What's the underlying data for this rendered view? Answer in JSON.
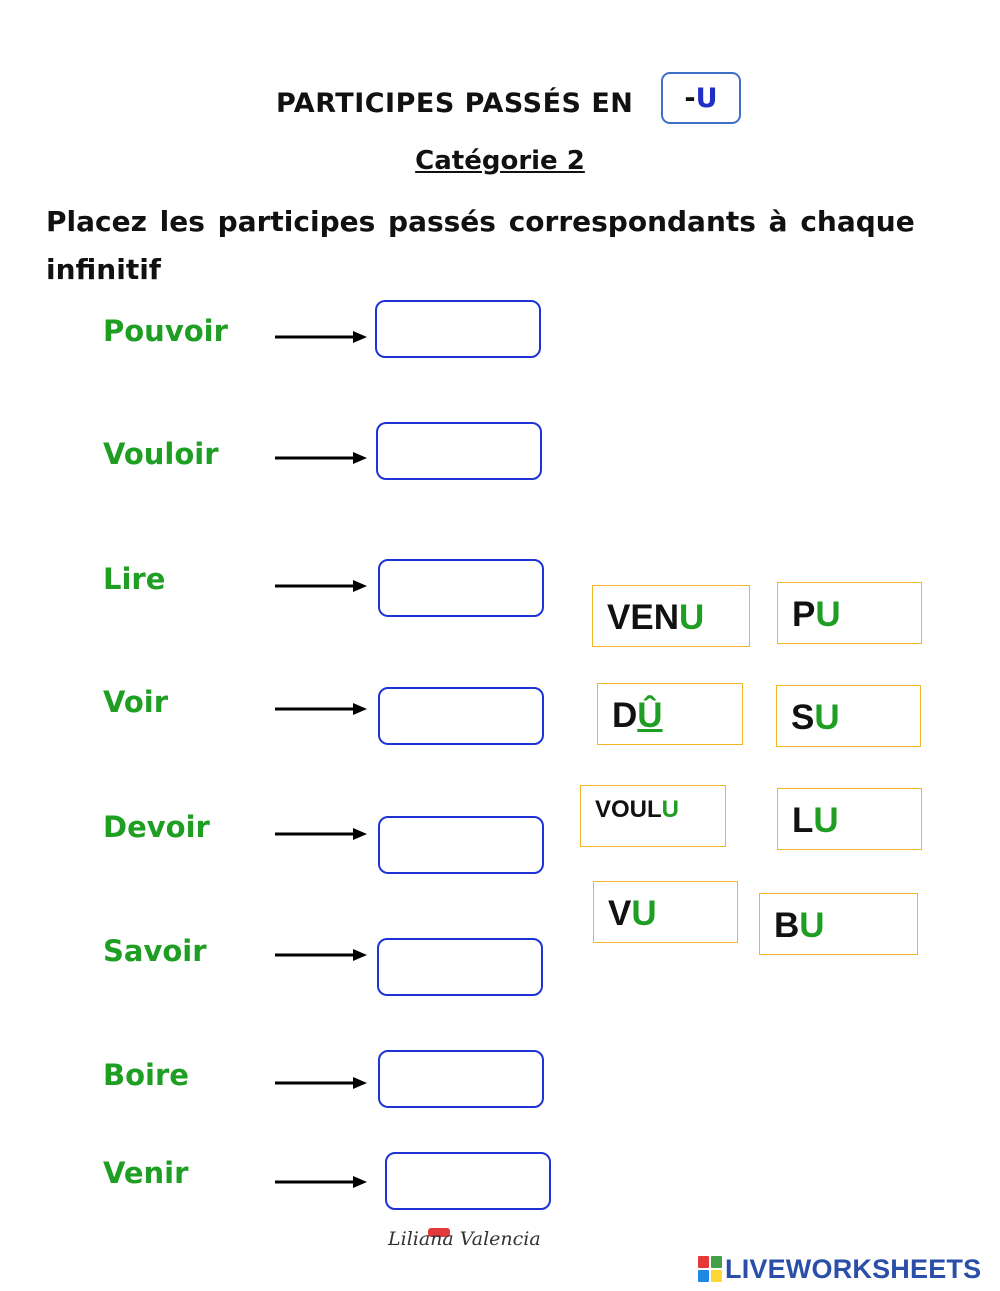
{
  "header": {
    "title": "PARTICIPES PASSÉS EN",
    "ending_dash": "-",
    "ending_letter": "U",
    "subtitle": "Catégorie 2"
  },
  "instruction": "Placez les participes passés correspondants à chaque infinitif",
  "infinitives": [
    "Pouvoir",
    "Vouloir",
    "Lire",
    "Voir",
    "Devoir",
    "Savoir",
    "Boire",
    "Venir"
  ],
  "answer_boxes": [
    "",
    "",
    "",
    "",
    "",
    "",
    "",
    ""
  ],
  "tiles": [
    {
      "stem": "VEN",
      "ending": "U"
    },
    {
      "stem": "P",
      "ending": "U"
    },
    {
      "stem": "D",
      "ending": "Û"
    },
    {
      "stem": "S",
      "ending": "U"
    },
    {
      "stem": "VOUL",
      "ending": "U"
    },
    {
      "stem": "L",
      "ending": "U"
    },
    {
      "stem": "V",
      "ending": "U"
    },
    {
      "stem": "B",
      "ending": "U"
    }
  ],
  "footer": {
    "signature": "Liliana Valencia",
    "brand": "LIVEWORKSHEETS"
  },
  "colors": {
    "verb_green": "#1e9e22",
    "box_blue": "#1d33d6",
    "tile_border": "#f2b52a",
    "brand_blue": "#2b4fa8"
  }
}
